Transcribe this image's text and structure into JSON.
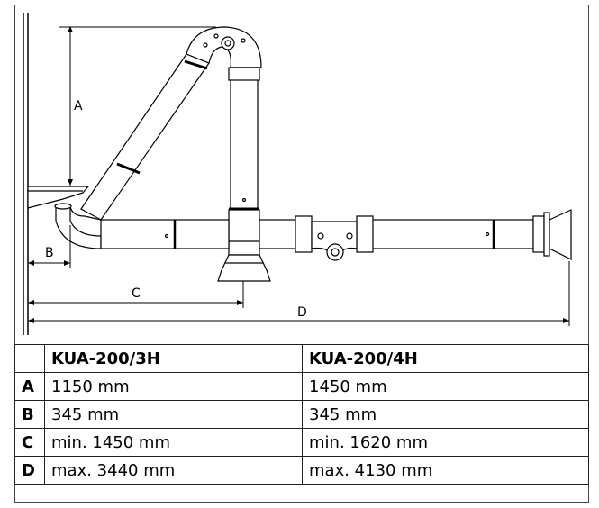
{
  "dimensions": {
    "a": "A",
    "b": "B",
    "c": "C",
    "d": "D"
  },
  "table": {
    "headers": [
      "",
      "KUA-200/3H",
      "KUA-200/4H"
    ],
    "rows": [
      {
        "key": "A",
        "values": [
          "1150 mm",
          "1450 mm"
        ]
      },
      {
        "key": "B",
        "values": [
          "345 mm",
          "345 mm"
        ]
      },
      {
        "key": "C",
        "values": [
          "min. 1450 mm",
          "min. 1620 mm"
        ]
      },
      {
        "key": "D",
        "values": [
          "max. 3440 mm",
          "max. 4130 mm"
        ]
      }
    ]
  }
}
